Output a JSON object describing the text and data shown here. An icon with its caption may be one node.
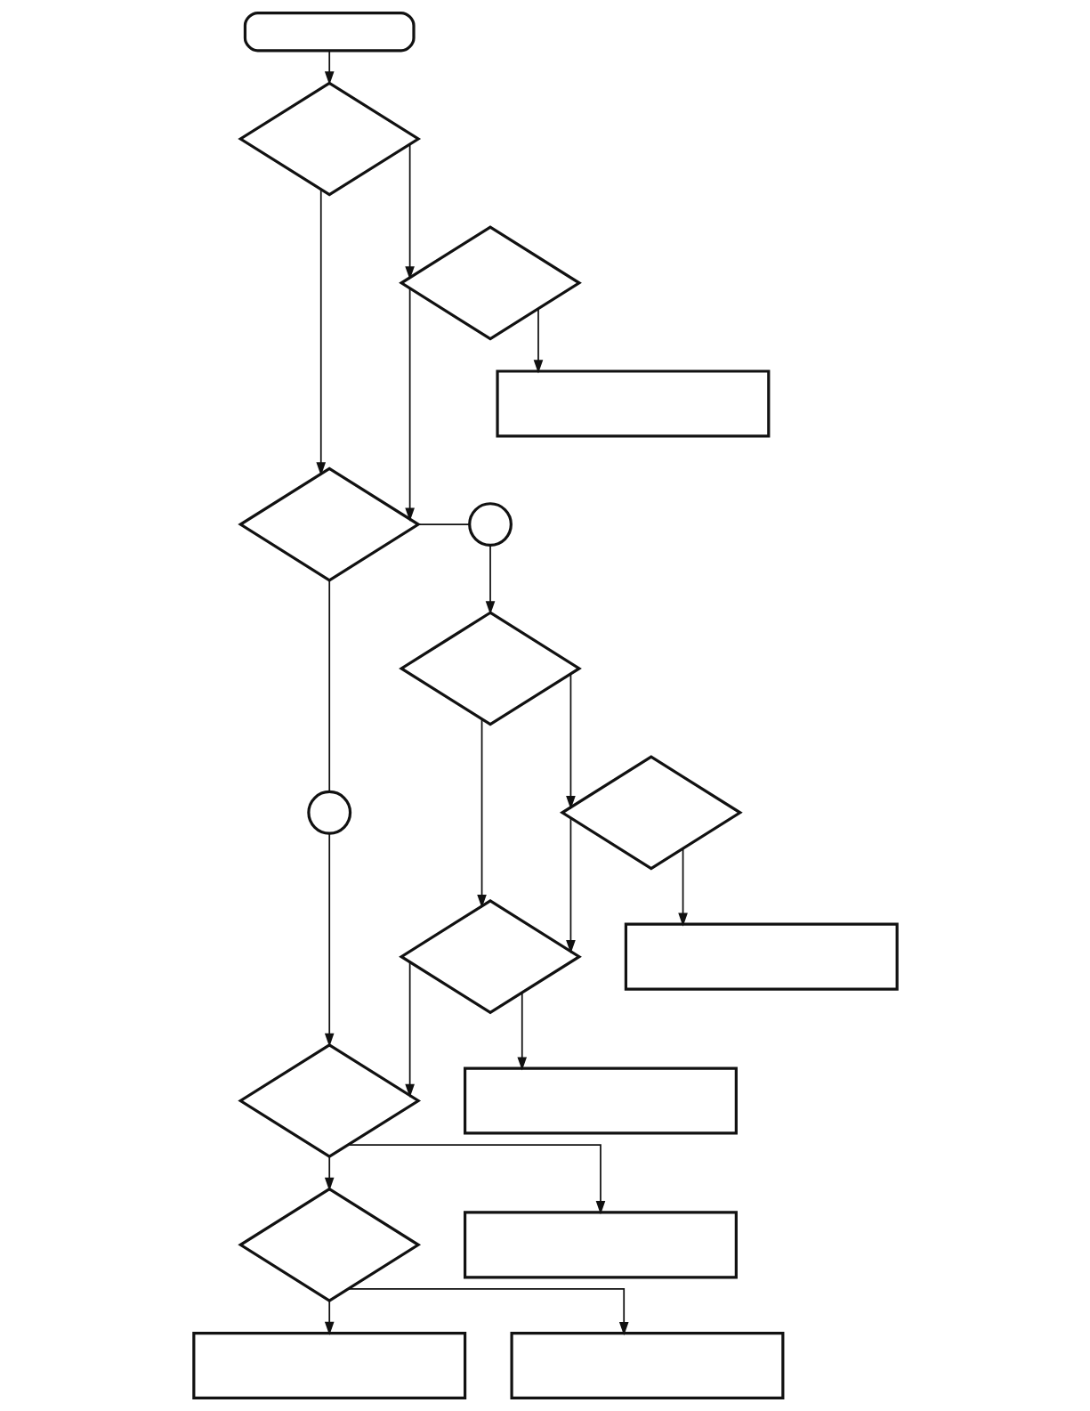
{
  "diagram": {
    "nodes": [
      {
        "text": [],
        "shape": "pill"
      },
      {
        "text": [],
        "shape": "diamond"
      },
      {
        "text": [],
        "shape": "diamond"
      },
      {
        "text": [],
        "shape": "box"
      },
      {
        "text": [],
        "shape": "diamond"
      },
      {
        "text": [],
        "shape": "circle"
      },
      {
        "text": [],
        "shape": "diamond"
      },
      {
        "text": [],
        "shape": "diamond"
      },
      {
        "text": [],
        "shape": "box"
      },
      {
        "text": [],
        "shape": "diamond"
      },
      {
        "text": [],
        "shape": "circle"
      },
      {
        "text": [],
        "shape": "box"
      },
      {
        "text": [],
        "shape": "diamond"
      },
      {
        "text": [],
        "shape": "box"
      },
      {
        "text": [],
        "shape": "diamond"
      },
      {
        "text": [],
        "shape": "box"
      },
      {
        "text": [],
        "shape": "box"
      }
    ],
    "edges": [
      {
        "from": 0,
        "to": 1,
        "arrow": "to"
      },
      {
        "from": 1,
        "to": 4,
        "arrow": "to"
      },
      {
        "from": 1,
        "to": 2,
        "arrow": "to"
      },
      {
        "from": 2,
        "to": 4,
        "arrow": "to"
      },
      {
        "from": 2,
        "to": 3,
        "arrow": "to"
      },
      {
        "from": 4,
        "to": 10,
        "arrow": "none"
      },
      {
        "from": 4,
        "to": 5,
        "arrow": "none"
      },
      {
        "from": 5,
        "to": 6,
        "arrow": "to"
      },
      {
        "from": 6,
        "to": 9,
        "arrow": "to"
      },
      {
        "from": 6,
        "to": 7,
        "arrow": "to"
      },
      {
        "from": 7,
        "to": 9,
        "arrow": "to"
      },
      {
        "from": 7,
        "to": 8,
        "arrow": "to"
      },
      {
        "from": 9,
        "to": 12,
        "arrow": "to"
      },
      {
        "from": 9,
        "to": 11,
        "arrow": "to"
      },
      {
        "from": 10,
        "to": 12,
        "arrow": "to"
      },
      {
        "from": 12,
        "to": 14,
        "arrow": "to"
      },
      {
        "from": 12,
        "to": 13,
        "arrow": "to"
      },
      {
        "from": 14,
        "to": 16,
        "arrow": "to"
      },
      {
        "from": 14,
        "to": 15,
        "arrow": "to"
      }
    ]
  }
}
